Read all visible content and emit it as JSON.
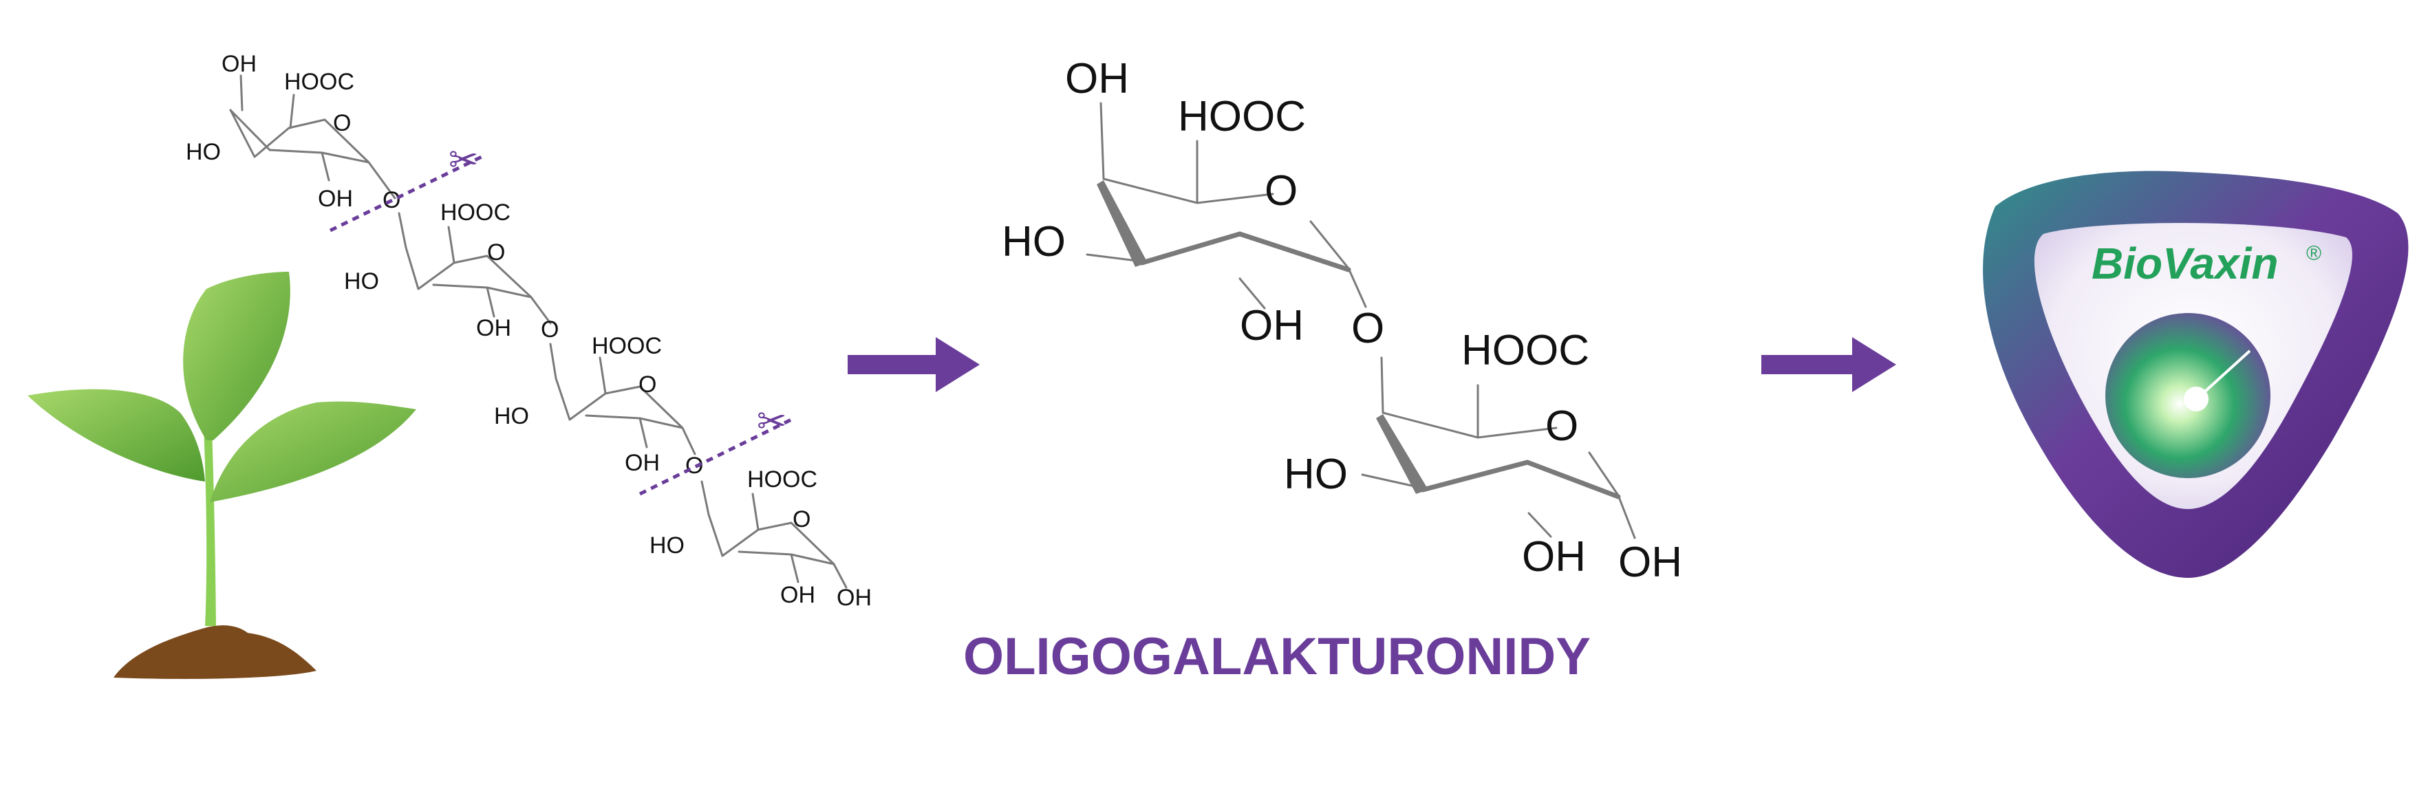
{
  "title": "OLIGOGALAKTURONIDY",
  "brand": {
    "name": "BioVaxin",
    "registered_mark": "®",
    "color_text": "#23a15a",
    "color_frame": "#6a3d9a",
    "color_frame_alt": "#2f8f8a"
  },
  "colors": {
    "accent": "#6a3d9a",
    "bond": "#7a7a7a",
    "leaf": "#7cc24a",
    "soil": "#7a4a1c"
  },
  "icons": {
    "cut_left": "scissors-icon",
    "cut_right": "scissors-icon",
    "plant": "plant-sprout-icon",
    "arrow": "arrow-right-icon"
  },
  "chain_labels": {
    "r1": {
      "oh_top": "OH",
      "hooc": "HOOC",
      "o_ring": "O",
      "ho_left": "HO",
      "oh_bottom": "OH"
    },
    "link1": "O",
    "r2": {
      "hooc": "HOOC",
      "o_ring": "O",
      "ho_left": "HO",
      "oh_bottom": "OH"
    },
    "link2": "O",
    "r3": {
      "hooc": "HOOC",
      "o_ring": "O",
      "ho_left": "HO",
      "oh_bottom": "OH"
    },
    "link3": "O",
    "r4": {
      "hooc": "HOOC",
      "o_ring": "O",
      "ho_left": "HO",
      "oh_bottom": "OH",
      "oh_right": "OH"
    }
  },
  "dimer_labels": {
    "r1": {
      "oh_top": "OH",
      "hooc": "HOOC",
      "o_ring": "O",
      "ho_left": "HO",
      "oh_bottom": "OH"
    },
    "link": "O",
    "r2": {
      "hooc": "HOOC",
      "o_ring": "O",
      "ho_left": "HO",
      "oh_bottom": "OH",
      "oh_right": "OH"
    }
  }
}
